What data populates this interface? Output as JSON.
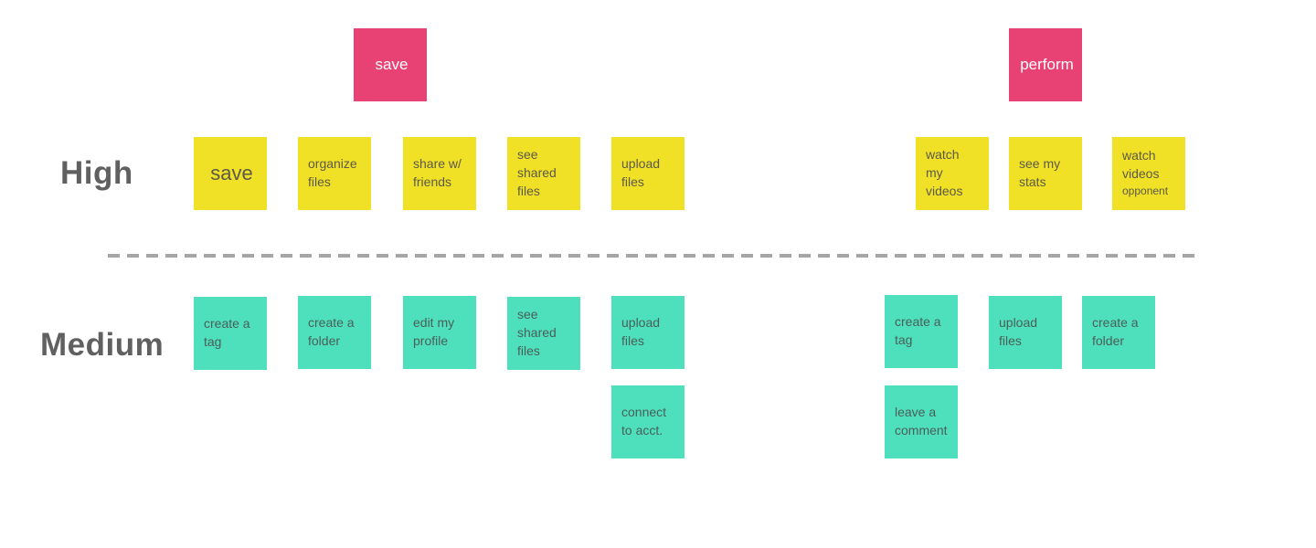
{
  "labels": {
    "high": "High",
    "medium": "Medium"
  },
  "colors": {
    "pink_note": "#e84174",
    "yellow_note": "#f0e126",
    "teal_note": "#4ee0bd",
    "row_label_gray": "#606060",
    "divider_gray": "#a5a5a5",
    "yellow_note_text": "#5c594b",
    "teal_note_text": "#4b5e58",
    "pink_note_text": "#ffffff",
    "background": "#ffffff"
  },
  "pink_notes": [
    {
      "text": "save"
    },
    {
      "text": "perform"
    }
  ],
  "high_notes": [
    {
      "text": "save"
    },
    {
      "text": "organize\nfiles"
    },
    {
      "text": "share w/\nfriends"
    },
    {
      "text": "see\nshared\nfiles"
    },
    {
      "text": "upload\nfiles"
    },
    {
      "text": "watch\nmy\nvideos"
    },
    {
      "text": "see my\nstats"
    },
    {
      "text": "watch\nvideos",
      "subtext": "opponent"
    }
  ],
  "medium_notes": [
    {
      "text": "create a\ntag"
    },
    {
      "text": "create a\nfolder"
    },
    {
      "text": "edit my\nprofile"
    },
    {
      "text": "see\nshared\nfiles"
    },
    {
      "text": "upload\nfiles"
    },
    {
      "text": "connect\nto acct."
    },
    {
      "text": "create a\ntag"
    },
    {
      "text": "upload\nfiles"
    },
    {
      "text": "create a\nfolder"
    },
    {
      "text": "leave a\ncomment"
    }
  ]
}
